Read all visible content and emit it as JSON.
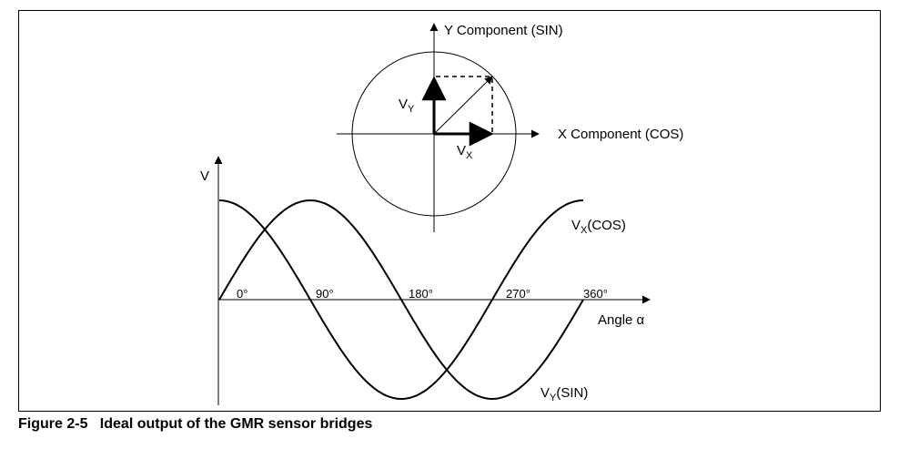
{
  "figure": {
    "caption": "Figure 2-5   Ideal output of the GMR sensor bridges"
  },
  "vector_diagram": {
    "y_axis_label": "Y Component (SIN)",
    "x_axis_label": "X Component (COS)",
    "vy_main": "V",
    "vy_sub": "Y",
    "vx_main": "V",
    "vx_sub": "X"
  },
  "waveform": {
    "y_axis_label": "V",
    "x_axis_label": "Angle α",
    "ticks": [
      "0°",
      "90°",
      "180°",
      "270°",
      "360°"
    ],
    "cos_main": "V",
    "cos_sub": "X",
    "cos_rest": "(COS)",
    "sin_main": "V",
    "sin_sub": "Y",
    "sin_rest": "(SIN)"
  }
}
